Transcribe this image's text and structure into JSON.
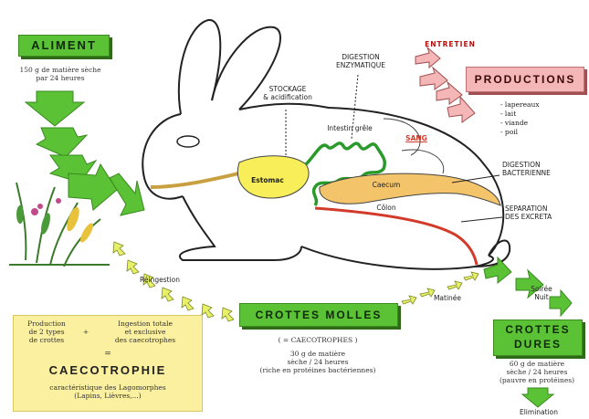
{
  "aliment": {
    "title": "ALIMENT",
    "desc_line1": "150 g de matière sèche",
    "desc_line2": "par 24 heures"
  },
  "productions": {
    "title": "PRODUCTIONS",
    "entretien": "ENTRETIEN",
    "items": [
      "lapereaux",
      "lait",
      "viande",
      "poil"
    ]
  },
  "rabbit_labels": {
    "stockage_line1": "STOCKAGE",
    "stockage_line2": "& acidification",
    "digestion_enz_line1": "DIGESTION",
    "digestion_enz_line2": "ENZYMATIQUE",
    "intestin": "Intestin grêle",
    "sang": "SANG",
    "estomac": "Estomac",
    "caecum": "Caecum",
    "colon": "Côlon",
    "digestion_bact_line1": "DIGESTION",
    "digestion_bact_line2": "BACTERIENNE",
    "separation_line1": "SEPARATION",
    "separation_line2": "DES EXCRETA"
  },
  "cycle": {
    "reingestion": "Réingestion",
    "matinee": "Matinée",
    "soiree_line1": "Soirée",
    "soiree_line2": "Nuit",
    "elimination": "Elimination"
  },
  "crottes_molles": {
    "title": "CROTTES MOLLES",
    "caecotrophes": "( = CAECOTROPHES )",
    "line1": "30 g de matière",
    "line2": "sèche / 24 heures",
    "line3": "(riche en protéines bactériennes)"
  },
  "crottes_dures": {
    "title_line1": "CROTTES",
    "title_line2": "DURES",
    "line1": "60 g de matière",
    "line2": "sèche / 24 heures",
    "line3": "(pauvre en protéines)"
  },
  "caecotrophie": {
    "col1_line1": "Production",
    "col1_line2": "de 2 types",
    "col1_line3": "de crottes",
    "plus": "+",
    "col2_line1": "Ingestion totale",
    "col2_line2": "et exclusive",
    "col2_line3": "des caecotrophes",
    "equals": "=",
    "title": "CAECOTROPHIE",
    "caption_line1": "caractéristique des Lagomorphes",
    "caption_line2": "(Lapins, Lièvres,...)"
  },
  "colors": {
    "green": "#5bc236",
    "pink": "#f4b6b6",
    "yellow": "#fbf0a0",
    "stomach": "#f7ee5a",
    "caecum": "#f3c46a",
    "colon": "#d23a2a",
    "intestine": "#2a9a2a"
  }
}
